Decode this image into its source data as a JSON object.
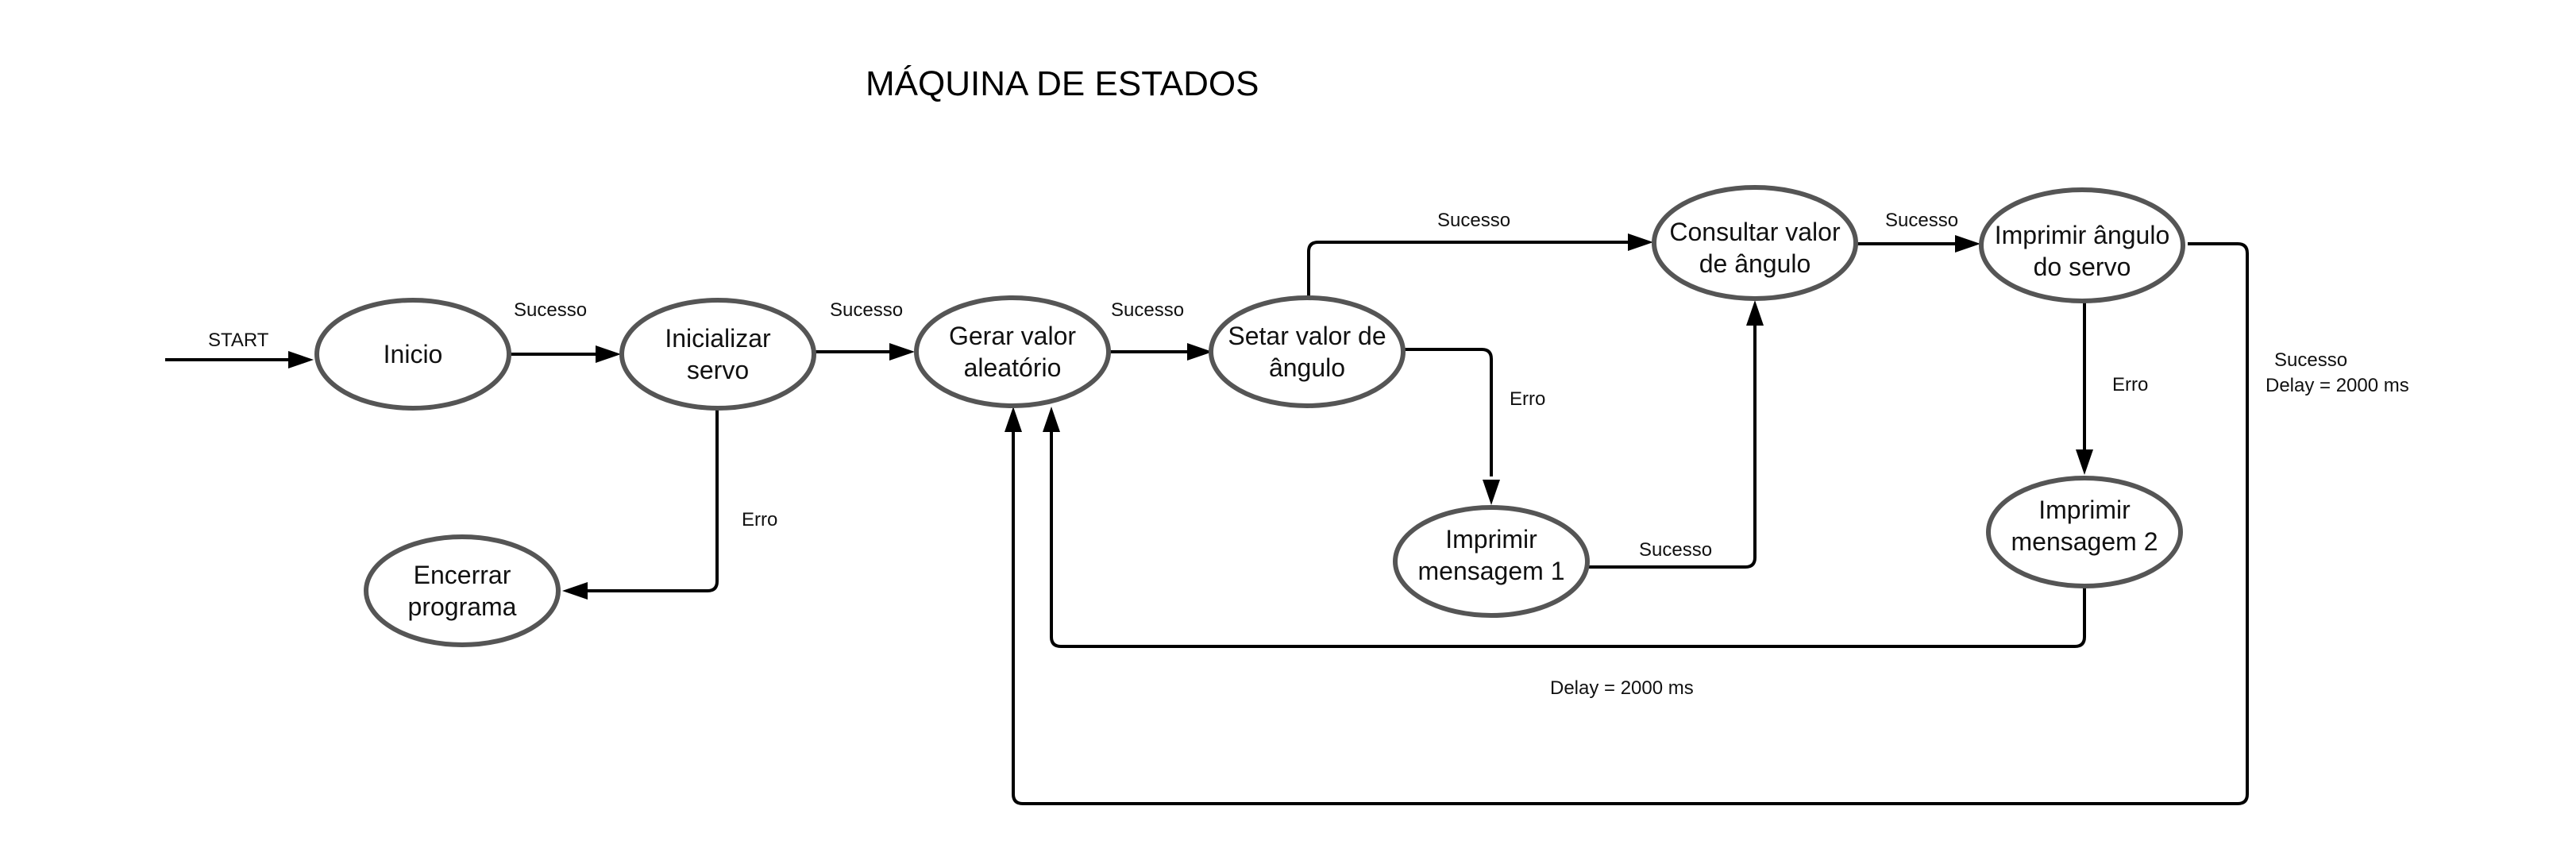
{
  "diagram": {
    "title": "MÁQUINA DE ESTADOS",
    "nodes": [
      {
        "id": "inicio",
        "lines": [
          "Inicio"
        ]
      },
      {
        "id": "inicializar",
        "lines": [
          "Inicializar",
          "servo"
        ]
      },
      {
        "id": "encerrar",
        "lines": [
          "Encerrar",
          "programa"
        ]
      },
      {
        "id": "gerar",
        "lines": [
          "Gerar valor",
          "aleatório"
        ]
      },
      {
        "id": "setar",
        "lines": [
          "Setar valor de",
          "ângulo"
        ]
      },
      {
        "id": "msg1",
        "lines": [
          "Imprimir",
          "mensagem 1"
        ]
      },
      {
        "id": "consultar",
        "lines": [
          "Consultar valor",
          "de ângulo"
        ]
      },
      {
        "id": "imprimir_angulo",
        "lines": [
          "Imprimir ângulo",
          "do servo"
        ]
      },
      {
        "id": "msg2",
        "lines": [
          "Imprimir",
          "mensagem 2"
        ]
      }
    ],
    "edge_labels": {
      "start": "START",
      "inicio_inicializar": "Sucesso",
      "inicializar_gerar": "Sucesso",
      "inicializar_encerrar": "Erro",
      "gerar_setar": "Sucesso",
      "setar_consultar": "Sucesso",
      "setar_msg1": "Erro",
      "msg1_consultar": "Sucesso",
      "consultar_imprimir": "Sucesso",
      "imprimir_msg2": "Erro",
      "msg2_gerar": "Delay = 2000 ms",
      "imprimir_gerar_line1": "Sucesso",
      "imprimir_gerar_line2": "Delay = 2000 ms"
    }
  }
}
